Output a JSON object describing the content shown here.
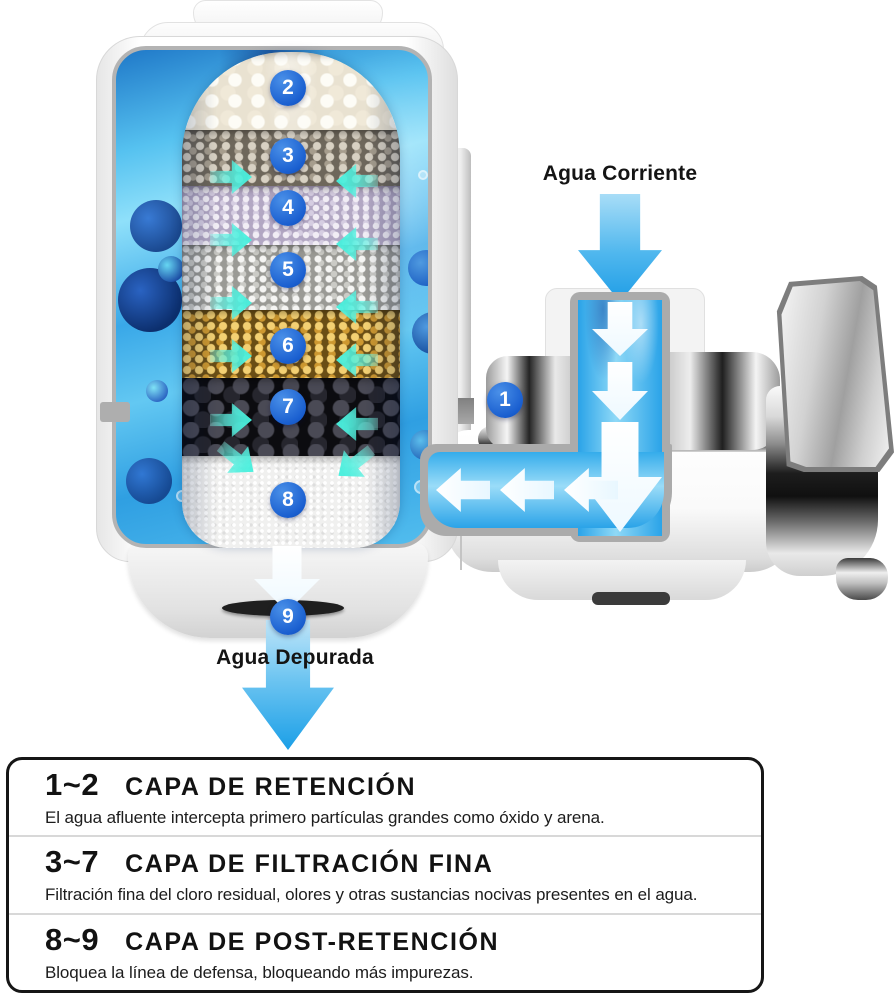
{
  "flow": {
    "incoming_label": "Agua Corriente",
    "outgoing_label": "Agua Depurada"
  },
  "badges": [
    "1",
    "2",
    "3",
    "4",
    "5",
    "6",
    "7",
    "8",
    "9"
  ],
  "legend": {
    "items": [
      {
        "range": "1~2",
        "title": "CAPA DE RETENCIÓN",
        "desc": "El agua afluente intercepta primero partículas grandes como óxido y arena."
      },
      {
        "range": "3~7",
        "title": "CAPA DE FILTRACIÓN FINA",
        "desc": "Filtración fina del cloro residual, olores y otras sustancias nocivas presentes en el agua."
      },
      {
        "range": "8~9",
        "title": "CAPA DE POST-RETENCIÓN",
        "desc": "Bloquea la línea de defensa, bloqueando más impurezas."
      }
    ]
  },
  "colors": {
    "badge_blue": "#1a5fd0",
    "water_channel_blue": "#35aceb",
    "flow_arrow_blue": "#1f9de6",
    "inward_arrow_cyan": "#46f0dd",
    "legend_border": "#161616"
  }
}
